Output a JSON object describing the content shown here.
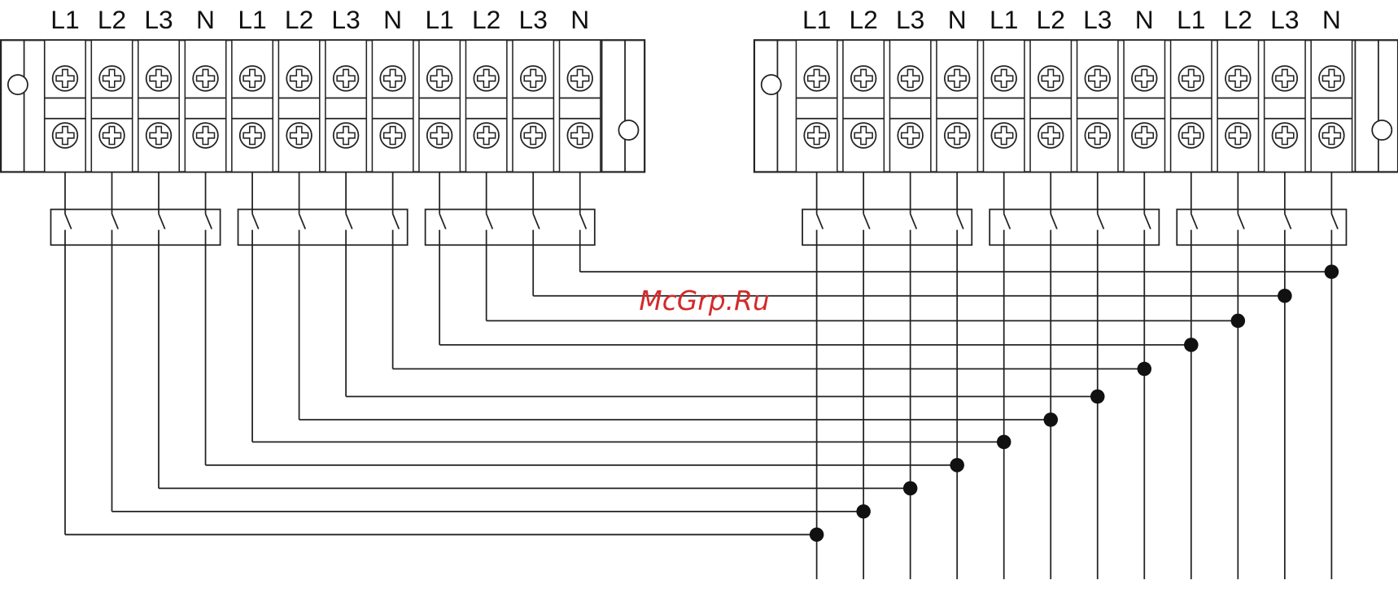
{
  "diagram": {
    "left_strip": {
      "labels": [
        "L1",
        "L2",
        "L3",
        "N",
        "L1",
        "L2",
        "L3",
        "N",
        "L1",
        "L2",
        "L3",
        "N"
      ]
    },
    "right_strip": {
      "labels": [
        "L1",
        "L2",
        "L3",
        "N",
        "L1",
        "L2",
        "L3",
        "N",
        "L1",
        "L2",
        "L3",
        "N"
      ]
    },
    "breaker_groups_per_side": 3,
    "poles_per_breaker": 4,
    "watermark": "McGrp.Ru",
    "colors": {
      "line": "#222222",
      "watermark": "#d42a2a"
    }
  }
}
